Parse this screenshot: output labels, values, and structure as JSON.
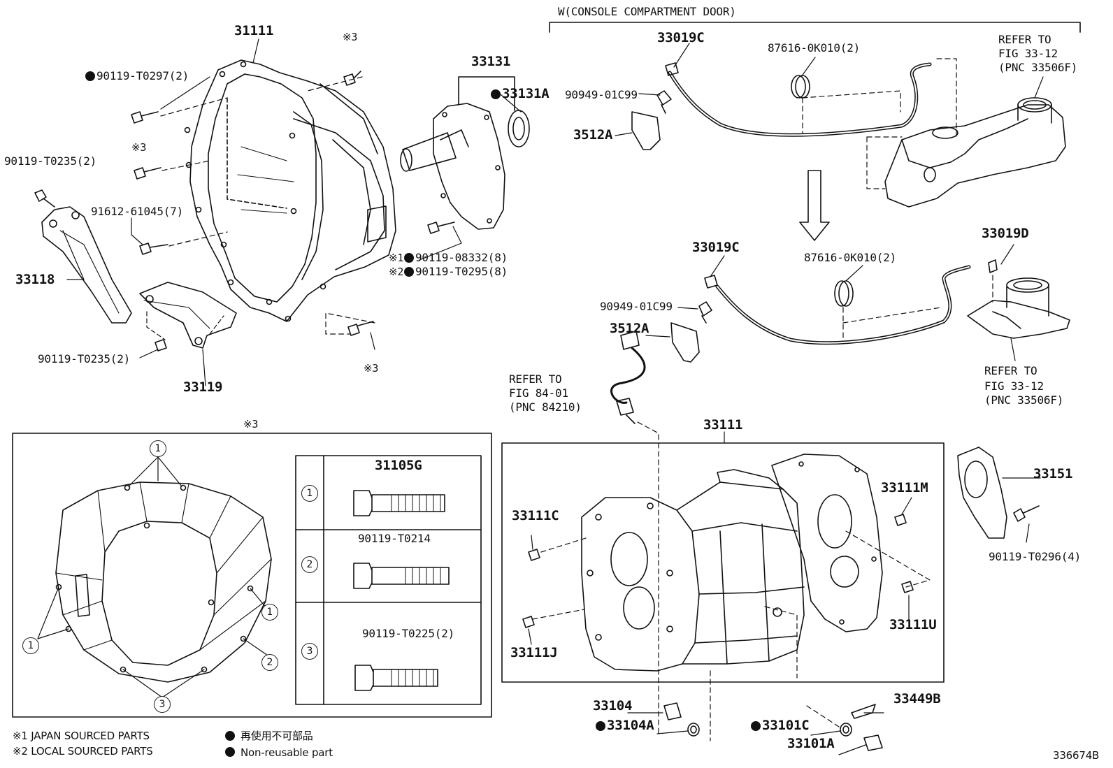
{
  "header": {
    "variant": "W(CONSOLE COMPARTMENT DOOR)"
  },
  "labels": {
    "p31111_top": "31111",
    "p33131": "33131",
    "p33131A": "33131A",
    "p90119_T0297": "90119-T0297(2)",
    "mark3_a": "※3",
    "mark3_b": "※3",
    "mark3_c": "※3",
    "p90119_T0235_a": "90119-T0235(2)",
    "p91612_61045": "91612-61045(7)",
    "p33118": "33118",
    "p90119_T0235_b": "90119-T0235(2)",
    "p33119": "33119",
    "mark1": "※1",
    "p90119_08332": "90119-08332(8)",
    "mark2": "※2",
    "p90119_T0295": "90119-T0295(8)",
    "p33019C_a": "33019C",
    "p87616_a": "87616-0K010(2)",
    "p90949_a": "90949-01C99",
    "p3512A_a": "3512A",
    "refer_a_1": "REFER TO",
    "refer_a_2": "FIG 33-12",
    "refer_a_3": "(PNC 33506F)",
    "p33019C_b": "33019C",
    "p87616_b": "87616-0K010(2)",
    "p33019D": "33019D",
    "p90949_b": "90949-01C99",
    "p3512A_b": "3512A",
    "refer_b_1": "REFER TO",
    "refer_b_2": "FIG 33-12",
    "refer_b_3": "(PNC 33506F)",
    "refer_c_1": "REFER TO",
    "refer_c_2": "FIG 84-01",
    "refer_c_3": "(PNC 84210)",
    "p33111_box": "33111",
    "p33151": "33151",
    "p33111C": "33111C",
    "p33111M": "33111M",
    "p90119_T0296": "90119-T0296(4)",
    "p33111U": "33111U",
    "p33111J": "33111J",
    "p33104": "33104",
    "p33104A": "33104A",
    "p33449B": "33449B",
    "p33101C": "33101C",
    "p33101A": "33101A",
    "inset_mark": "※3"
  },
  "table": {
    "rows": [
      {
        "num": "1",
        "part": "31105G"
      },
      {
        "num": "2",
        "part": "90119-T0214"
      },
      {
        "num": "3",
        "part": "90119-T0225(2)"
      }
    ]
  },
  "inset_callouts": [
    "1",
    "1",
    "1",
    "1",
    "2",
    "2",
    "3"
  ],
  "legend": {
    "note1": "※1 JAPAN SOURCED PARTS",
    "note2": "※2 LOCAL SOURCED PARTS",
    "nonreuse_jp": "再使用不可部品",
    "nonreuse_en": "Non-reusable part"
  },
  "figure_id": "336674B"
}
